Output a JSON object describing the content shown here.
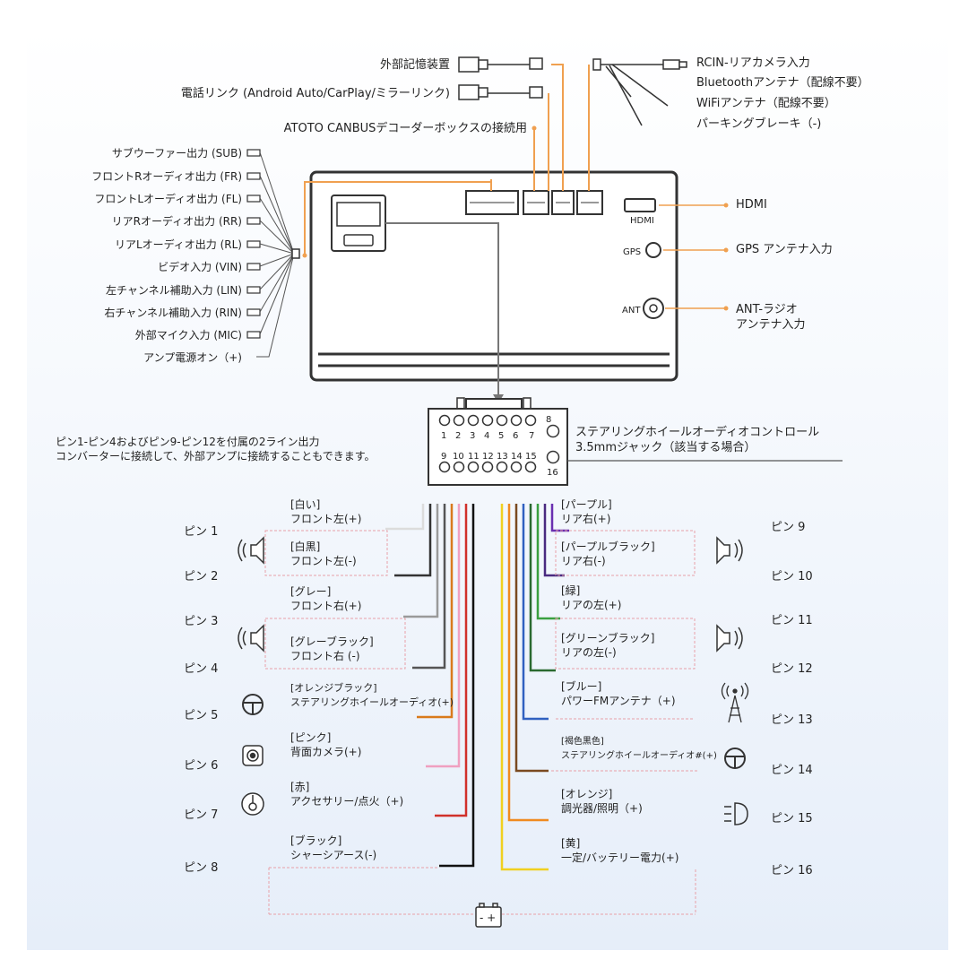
{
  "top_left": {
    "external_storage": "外部記憶装置",
    "phone_link": "電話リンク (Android Auto/CarPlay/ミラーリンク)",
    "canbus": "ATOTO CANBUSデコーダーボックスの接続用"
  },
  "top_right": {
    "rcin": "RCIN-リアカメラ入力",
    "bluetooth": "Bluetoothアンテナ（配線不要）",
    "wifi": "WiFiアンテナ（配線不要）",
    "parking": "パーキングブレーキ（-)"
  },
  "left_outputs": [
    "サブウーファー出力 (SUB)",
    "フロントRオーディオ出力 (FR)",
    "フロントLオーディオ出力 (FL)",
    "リアRオーディオ出力 (RR)",
    "リアLオーディオ出力 (RL)",
    "ビデオ入力 (VIN)",
    "左チャンネル補助入力 (LIN)",
    "右チャンネル補助入力 (RIN)",
    "外部マイク入力 (MIC)",
    "アンプ電源オン（+)"
  ],
  "right_ports": {
    "hdmi": "HDMI",
    "hdmi_small": "HDMI",
    "gps": "GPS アンテナ入力",
    "gps_small": "GPS",
    "ant": "ANT-ラジオ\nアンテナ入力",
    "ant_small": "ANT"
  },
  "connector": {
    "top_numbers": [
      "1",
      "2",
      "3",
      "4",
      "5",
      "6",
      "7"
    ],
    "pin8": "8",
    "bottom_numbers": [
      "9",
      "10",
      "11",
      "12",
      "13",
      "14",
      "15"
    ],
    "pin16": "16"
  },
  "notes": {
    "left": "ピン1-ピン4およびピン9-ピン12を付属の2ライン出力\nコンバーターに接続して、外部アンプに接続することもできます。",
    "right": "ステアリングホイールオーディオコントロール\n3.5mmジャック（該当する場合）"
  },
  "pins_left": [
    {
      "pin": "ピン 1",
      "label": "[白い]\nフロント左(+)",
      "color": "#e8e8e8"
    },
    {
      "pin": "ピン 2",
      "label": "[白黒]\nフロント左(-)",
      "color": "#333333"
    },
    {
      "pin": "ピン 3",
      "label": "[グレー]\nフロント右(+)",
      "color": "#9a9a9a"
    },
    {
      "pin": "ピン 4",
      "label": "[グレーブラック]\nフロント右 (-)",
      "color": "#555555"
    },
    {
      "pin": "ピン 5",
      "label": "[オレンジブラック]\nステアリングホイールオーディオ(+)",
      "color": "#d97a1c"
    },
    {
      "pin": "ピン 6",
      "label": "[ピンク]\n背面カメラ(+)",
      "color": "#f0a0c0"
    },
    {
      "pin": "ピン 7",
      "label": "[赤]\nアクセサリー/点火（+)",
      "color": "#d0302a"
    },
    {
      "pin": "ピン 8",
      "label": "[ブラック]\nシャーシアース(-)",
      "color": "#111111"
    }
  ],
  "pins_right": [
    {
      "pin": "ピン 9",
      "label": "[パープル]\nリア右(+)",
      "color": "#6a2fb0"
    },
    {
      "pin": "ピン 10",
      "label": "[パープルブラック]\nリア右(-)",
      "color": "#4a2a80"
    },
    {
      "pin": "ピン 11",
      "label": "[緑]\nリアの左(+)",
      "color": "#3aa040"
    },
    {
      "pin": "ピン 12",
      "label": "[グリーンブラック]\nリアの左(-)",
      "color": "#2a6a30"
    },
    {
      "pin": "ピン 13",
      "label": "[ブルー]\nパワーFMアンテナ（+)",
      "color": "#3060c0"
    },
    {
      "pin": "ピン 14",
      "label": "[褐色黒色]\nステアリングホイールオーディオ#(+)",
      "color": "#7a4a20"
    },
    {
      "pin": "ピン 15",
      "label": "[オレンジ]\n調光器/照明（+)",
      "color": "#f08a20"
    },
    {
      "pin": "ピン 16",
      "label": "[黄]\n一定/バッテリー電力(+)",
      "color": "#f0d020"
    }
  ],
  "battery_label": "- +",
  "colors": {
    "accent_orange": "#f0a050",
    "dashed_pink": "#e8a0a8",
    "line_gray": "#666666"
  }
}
